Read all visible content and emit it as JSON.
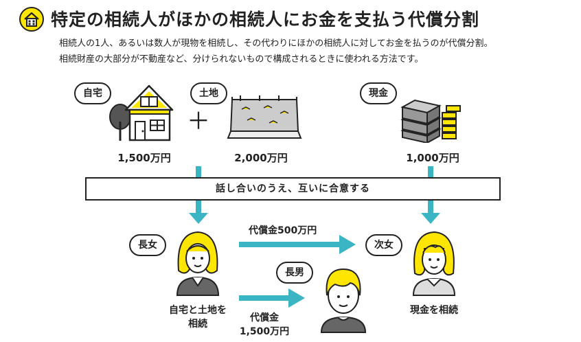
{
  "header": {
    "title": "特定の相続人がほかの相続人にお金を支払う代償分割",
    "desc_line1": "相続人の1人、あるいは数人が現物を相続し、その代わりにほかの相続人に対してお金を払うのが代償分割。",
    "desc_line2": "相続財産の大部分が不動産など、分けられないもので構成されるときに使われる方法です。"
  },
  "assets": {
    "house": {
      "tag": "自宅",
      "amount": "1,500万円"
    },
    "land": {
      "tag": "土地",
      "amount": "2,000万円"
    },
    "cash": {
      "tag": "現金",
      "amount": "1,000万円"
    },
    "plus": "＋"
  },
  "banner": "話し合いのうえ、互いに合意する",
  "heirs": {
    "eldest_daughter": {
      "tag": "長女",
      "result": [
        "自宅と土地を",
        "相続"
      ]
    },
    "second_daughter": {
      "tag": "次女",
      "result": "現金を相続"
    },
    "eldest_son": {
      "tag": "長男"
    }
  },
  "payments": {
    "to_second_daughter": "代償金500万円",
    "to_eldest_son": [
      "代償金",
      "1,500万円"
    ]
  },
  "colors": {
    "accent_yellow": "#ffe600",
    "arrow_teal": "#3bb4c4",
    "ink": "#222222"
  }
}
